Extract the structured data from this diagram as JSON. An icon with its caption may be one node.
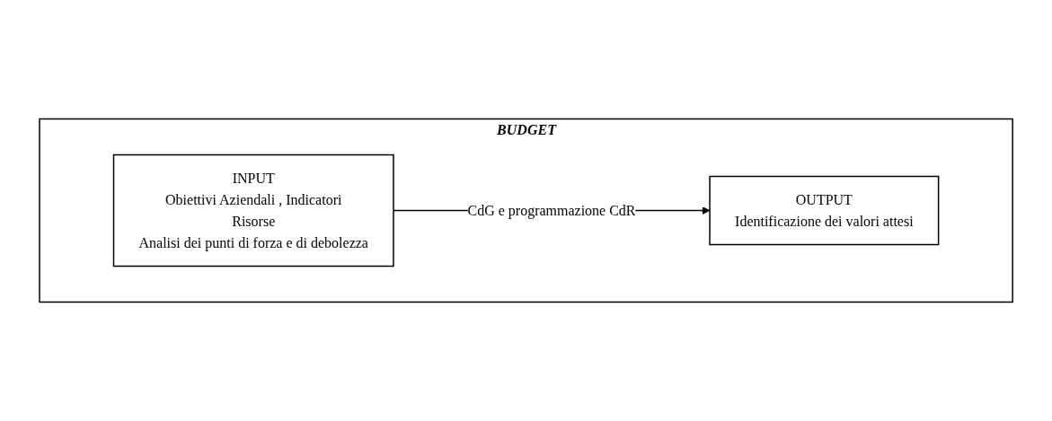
{
  "diagram": {
    "nodes": [
      {
        "text": [
          "BUDGET"
        ]
      },
      {
        "text": [
          "INPUT",
          "Obiettivi Aziendali , Indicatori",
          "Risorse",
          "Analisi dei punti di forza e di debolezza"
        ],
        "in": 0
      },
      {
        "text": [
          "OUTPUT",
          "Identificazione dei valori attesi"
        ],
        "in": 0
      }
    ],
    "edges": [
      {
        "from": 1,
        "to": 2,
        "arrow": "to",
        "label": "CdG e programmazione CdR"
      }
    ]
  }
}
